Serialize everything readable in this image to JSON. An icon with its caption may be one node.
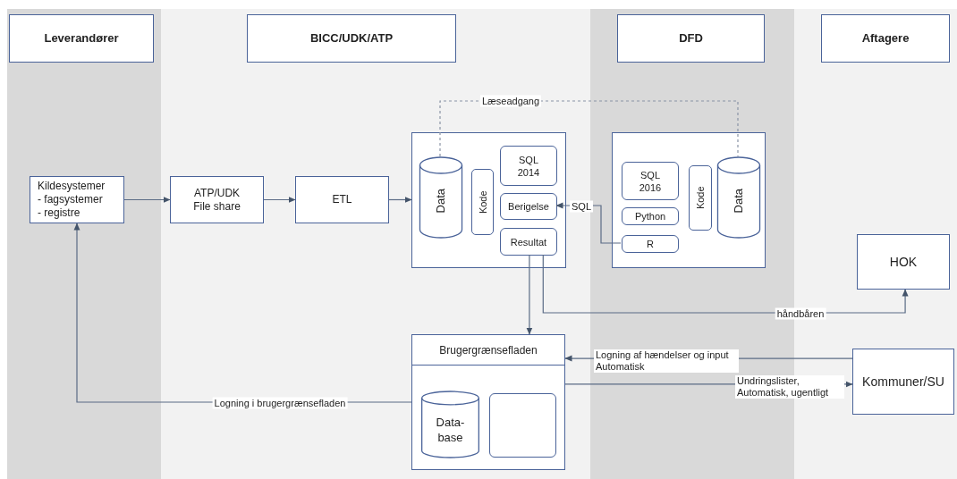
{
  "diagram": {
    "nodes": [
      {
        "text": [
          "Leverandører"
        ]
      },
      {
        "text": [
          "BICC/UDK/ATP"
        ]
      },
      {
        "text": [
          "DFD"
        ]
      },
      {
        "text": [
          "Aftagere"
        ]
      },
      {
        "text": [
          "Kildesystemer",
          "- fagsystemer",
          "- registre"
        ]
      },
      {
        "text": [
          "ATP/UDK File share"
        ]
      },
      {
        "text": [
          "ETL"
        ]
      },
      {
        "text": [],
        "shape": "box"
      },
      {
        "text": [
          "Data"
        ],
        "in": 7
      },
      {
        "text": [
          "Kode"
        ],
        "in": 7
      },
      {
        "text": [
          "SQL 2014"
        ],
        "in": 7
      },
      {
        "text": [
          "Berigelse"
        ],
        "in": 7
      },
      {
        "text": [
          "Resultat"
        ],
        "in": 7
      },
      {
        "text": [],
        "shape": "box"
      },
      {
        "text": [
          "SQL 2016"
        ],
        "in": 13
      },
      {
        "text": [
          "Python"
        ],
        "in": 13
      },
      {
        "text": [
          "R"
        ],
        "in": 13
      },
      {
        "text": [
          "Kode"
        ],
        "in": 13
      },
      {
        "text": [
          "Data"
        ],
        "in": 13
      },
      {
        "text": [
          "HOK"
        ]
      },
      {
        "text": [
          "Brugergrænsefladen"
        ]
      },
      {
        "text": [
          "Data- base"
        ],
        "in": 20
      },
      {
        "text": [],
        "shape": "box",
        "in": 20
      },
      {
        "text": [
          "Kommuner/SU"
        ]
      }
    ],
    "edges": [
      {
        "from": 4,
        "to": 5,
        "arrow": "to"
      },
      {
        "from": 5,
        "to": 6,
        "arrow": "to"
      },
      {
        "from": 6,
        "to": 7,
        "arrow": "to"
      },
      {
        "from": 8,
        "to": 18,
        "arrow": "none",
        "style": "dashed",
        "label": "Læseadgang"
      },
      {
        "from": 16,
        "to": 11,
        "arrow": "to",
        "label": "SQL"
      },
      {
        "from": 12,
        "to": 20,
        "arrow": "to"
      },
      {
        "from": 12,
        "to": 19,
        "arrow": "to",
        "label": "håndbåren"
      },
      {
        "from": 23,
        "to": 20,
        "arrow": "to",
        "label": "Logning af hændelser og input Automatisk"
      },
      {
        "from": 20,
        "to": 23,
        "arrow": "to",
        "label": "Undringslister, Automatisk, ugentligt"
      },
      {
        "from": 20,
        "to": 4,
        "arrow": "to",
        "label": "Logning i brugergrænsefladen"
      }
    ]
  }
}
